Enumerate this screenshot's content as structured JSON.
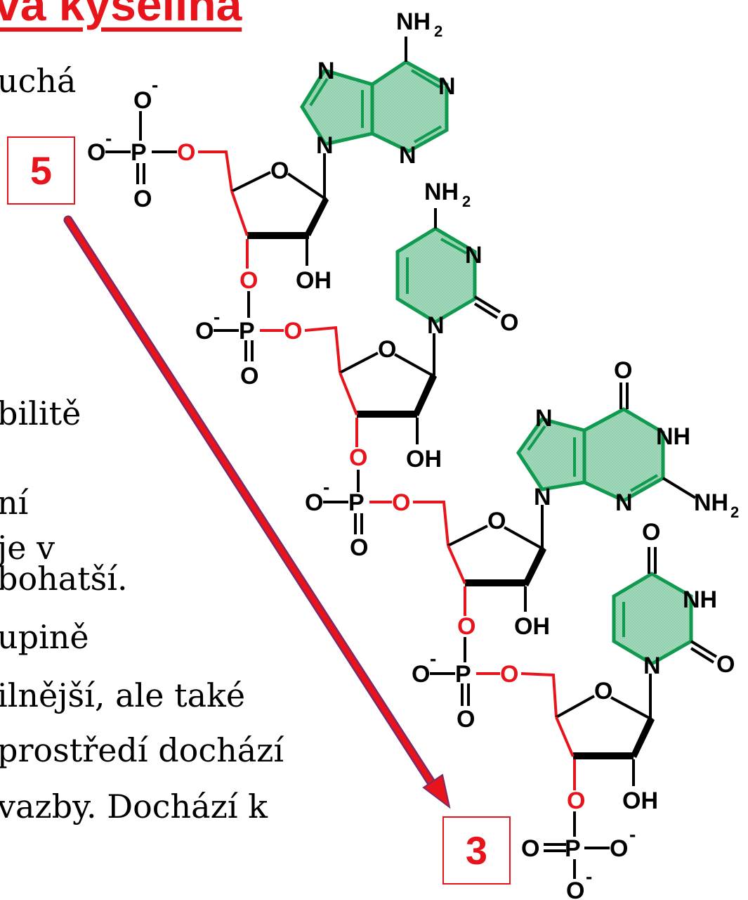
{
  "title": "va kyselina",
  "text_fragments": [
    "uchá",
    "bilitě",
    "ní",
    "je v",
    "bohatší.",
    "upině",
    "ilnější, ale také",
    "prostředí dochází",
    "vazby. Dochází k"
  ],
  "end_labels": {
    "five": "5",
    "three": "3"
  },
  "atoms": {
    "O": "O",
    "P": "P",
    "N": "N",
    "NH": "NH",
    "OH": "OH",
    "NH2": "NH",
    "sub2": "2",
    "minus": "-"
  },
  "colors": {
    "red": "#e8141c",
    "green": "#0f9a4f",
    "base_fill": "#a9dcc0",
    "arrow": "#e8141c",
    "arrow_edge": "#7a2a6a"
  }
}
